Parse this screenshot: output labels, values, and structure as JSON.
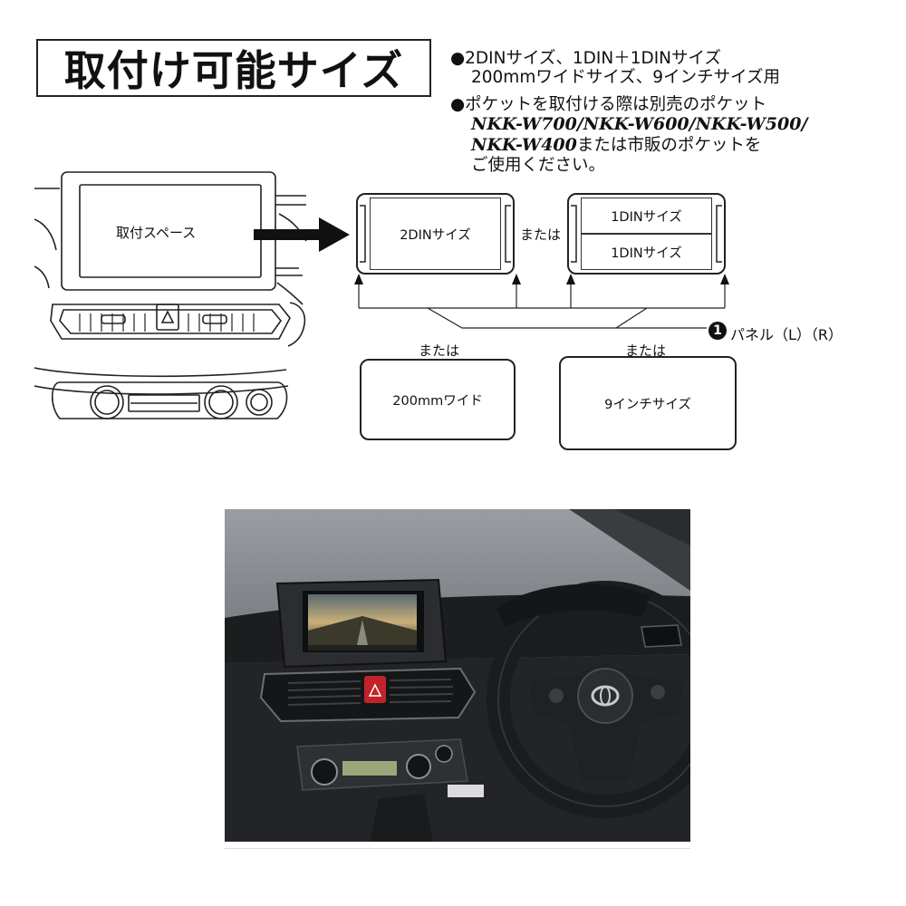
{
  "title": "取付け可能サイズ",
  "bullets": {
    "line1": "●2DINサイズ、1DIN＋1DINサイズ",
    "line2": "200mmワイドサイズ、9インチサイズ用",
    "line3": "●ポケットを取付ける際は別売のポケット",
    "line4_models": "NKK-W700/NKK-W600/NKK-W500/",
    "line5_model": "NKK-W400",
    "line5_rest": "または市販のポケットを",
    "line6": "ご使用ください。"
  },
  "diagram": {
    "mount_space": "取付スペース",
    "size_2din": "2DINサイズ",
    "or": "または",
    "size_1din_top": "1DINサイズ",
    "size_1din_bottom": "1DINサイズ",
    "panel_number": "1",
    "panel_label": "パネル（L）（R）",
    "or_left": "または",
    "or_right": "または",
    "size_200mm": "200mmワイド",
    "size_9inch": "9インチサイズ"
  },
  "colors": {
    "line": "#222222",
    "dash_dark": "#202124",
    "dash_silver": "#b8bcc0"
  }
}
